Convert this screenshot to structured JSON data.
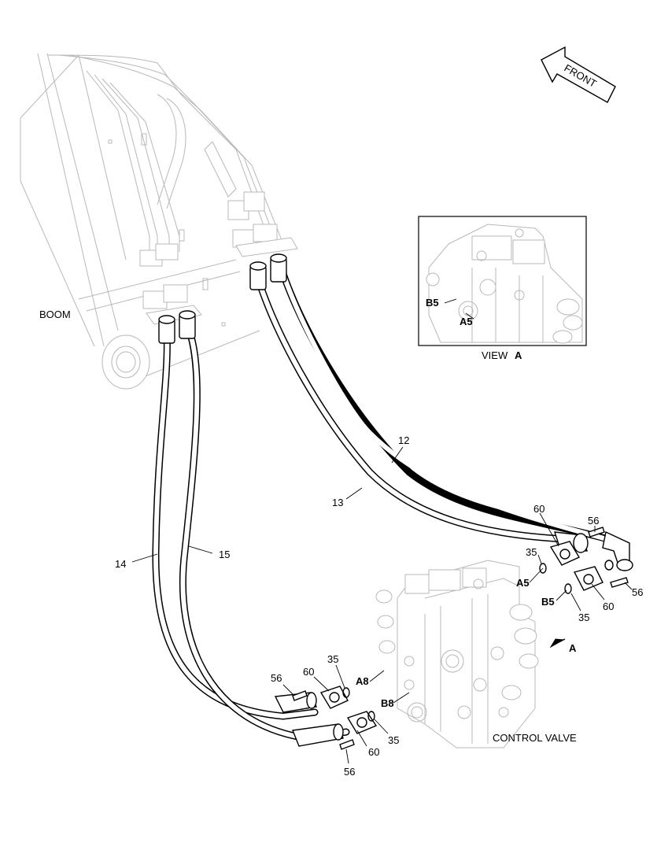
{
  "diagram": {
    "labels": {
      "boom": "BOOM",
      "control_valve": "CONTROL VALVE",
      "front": "FRONT",
      "view_title": "VIEW",
      "view_letter": "A",
      "view_arrow": "A"
    },
    "ports": {
      "a5": "A5",
      "b5": "B5",
      "a8": "A8",
      "b8": "B8"
    },
    "inset_ports": {
      "a5": "A5",
      "b5": "B5"
    },
    "callouts": {
      "hose_12": "12",
      "hose_13": "13",
      "hose_14": "14",
      "hose_15": "15",
      "flange_60_a5": "60",
      "flange_60_b5": "60",
      "flange_60_a8": "60",
      "flange_60_b8": "60",
      "bolt_56_a5": "56",
      "bolt_56_b5": "56",
      "bolt_56_a8": "56",
      "bolt_56_b8": "56",
      "oring_35_a5": "35",
      "oring_35_b5": "35",
      "oring_35_a8": "35",
      "oring_35_b8": "35"
    }
  }
}
